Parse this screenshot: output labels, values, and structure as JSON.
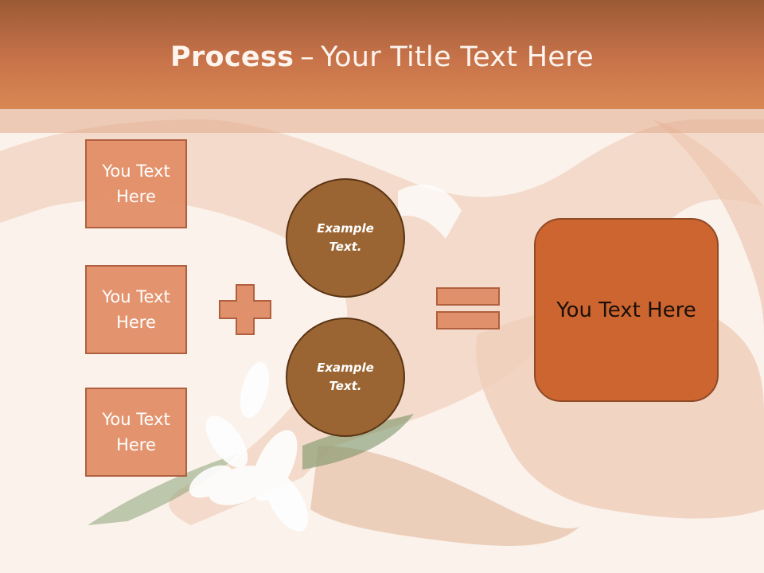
{
  "slide": {
    "title_bold": "Process",
    "title_dash": "–",
    "title_rest": "Your Title Text Here"
  },
  "left_boxes": [
    {
      "label": "You Text Here"
    },
    {
      "label": "You Text Here"
    },
    {
      "label": "You Text Here"
    }
  ],
  "circles": [
    {
      "label": "Example Text."
    },
    {
      "label": "Example Text."
    }
  ],
  "result": {
    "label": "You Text Here"
  },
  "colors": {
    "header": "#c8734a",
    "box_fill": "#e18c64",
    "circle_fill": "#9a6532",
    "result_fill": "#cd6530",
    "operator_fill": "#e0906a"
  }
}
